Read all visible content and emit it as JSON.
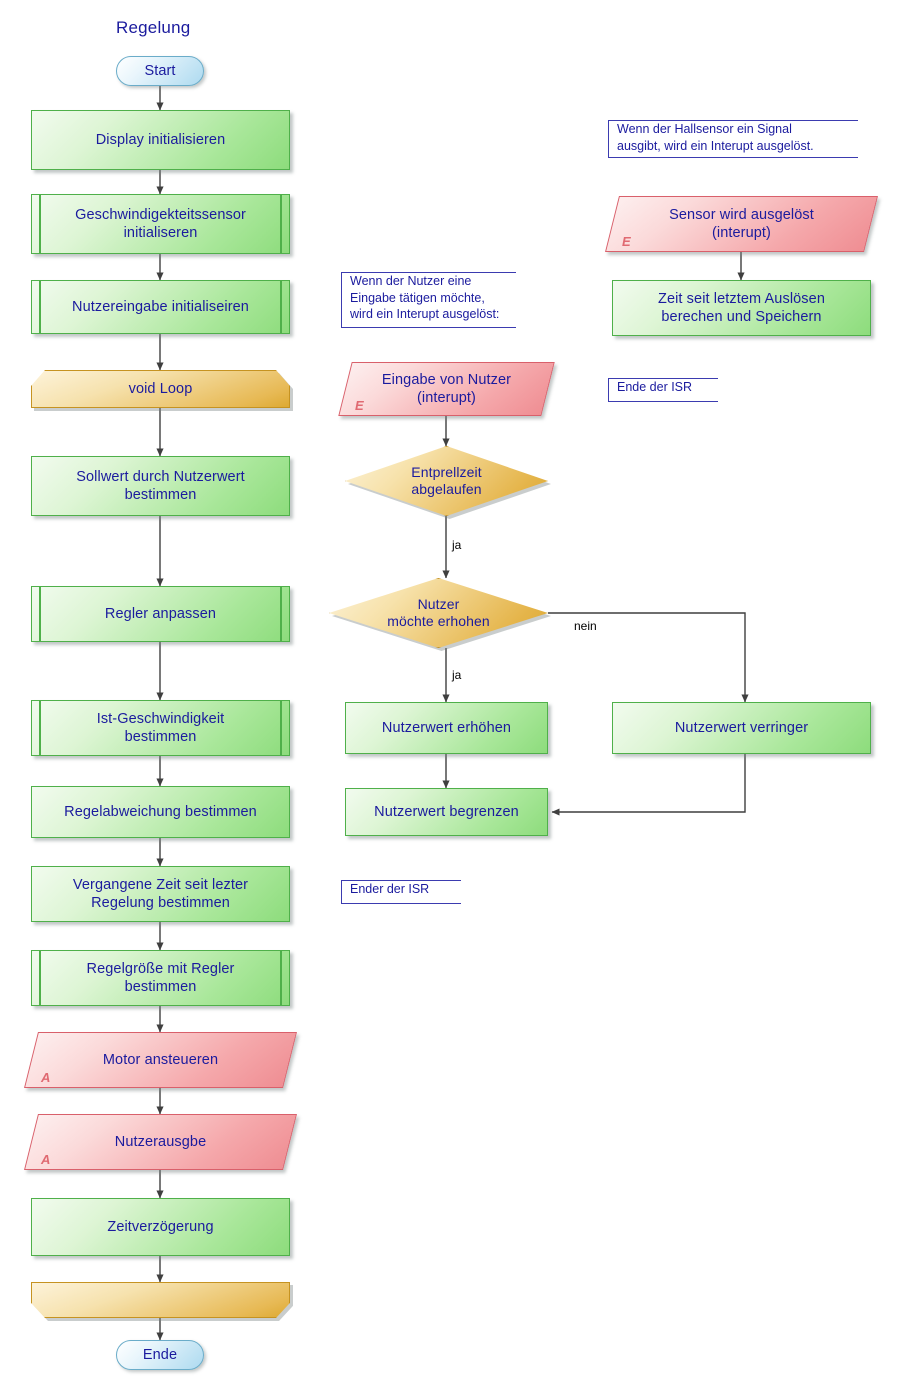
{
  "diagram": {
    "title": "Regelung",
    "colors": {
      "text": "#1b1b9e",
      "process_fill": "#a9e79a",
      "process_border": "#4fb04a",
      "io_fill": "#f5a8ab",
      "io_border": "#d9606b",
      "decision_fill": "#e5b54b",
      "decision_border": "#c69321",
      "terminator_fill": "#c3e4f4",
      "terminator_border": "#6aacc9",
      "loop_fill": "#e7b954",
      "connector": "#3f3f3f"
    }
  },
  "main_column": {
    "start": "Start",
    "nodes": [
      {
        "id": "display-init",
        "label": "Display initialisieren",
        "type": "process"
      },
      {
        "id": "speed-sensor-init",
        "label": "Geschwindigekteitssensor\ninitialiseren",
        "type": "subroutine"
      },
      {
        "id": "user-input-init",
        "label": "Nutzereingabe initialiseiren",
        "type": "subroutine"
      },
      {
        "id": "void-loop",
        "label": "void Loop",
        "type": "loop-start"
      },
      {
        "id": "setpoint",
        "label": "Sollwert durch Nutzerwert\nbestimmen",
        "type": "process"
      },
      {
        "id": "controller-adjust",
        "label": "Regler anpassen",
        "type": "subroutine"
      },
      {
        "id": "actual-speed",
        "label": "Ist-Geschwindigkeit\nbestimmen",
        "type": "subroutine"
      },
      {
        "id": "control-deviation",
        "label": "Regelabweichung bestimmen",
        "type": "process"
      },
      {
        "id": "elapsed-time",
        "label": "Vergangene Zeit seit lezter\nRegelung bestimmen",
        "type": "process"
      },
      {
        "id": "control-variable",
        "label": "Regelgröße mit Regler\nbestimmen",
        "type": "subroutine"
      },
      {
        "id": "motor-drive",
        "label": "Motor ansteueren",
        "type": "io",
        "mark": "A"
      },
      {
        "id": "user-output",
        "label": "Nutzerausgbe",
        "type": "io",
        "mark": "A"
      },
      {
        "id": "delay",
        "label": "Zeitverzögerung",
        "type": "process"
      },
      {
        "id": "loop-end",
        "label": "",
        "type": "loop-end"
      }
    ],
    "end": "Ende"
  },
  "input_isr": {
    "annotation_top": "Wenn der Nutzer eine\nEingabe tätigen möchte,\nwird ein Interupt ausgelöst:",
    "annotation_bottom": "Ender der ISR",
    "trigger": {
      "label": "Eingabe von Nutzer\n(interupt)",
      "mark": "E"
    },
    "decision_debounce": "Entprellzeit\nabgelaufen",
    "decision_increase": "Nutzer\nmöchte erhohen",
    "increase_box": "Nutzerwert erhöhen",
    "decrease_box": "Nutzerwert verringer",
    "limit_box": "Nutzerwert begrenzen",
    "edge_labels": {
      "debounce_yes": "ja",
      "increase_yes": "ja",
      "increase_no": "nein"
    }
  },
  "sensor_isr": {
    "annotation_top": "Wenn der Hallsensor ein Signal\nausgibt, wird ein Interupt ausgelöst.",
    "annotation_bottom": "Ende der ISR",
    "trigger": {
      "label": "Sensor wird ausgelöst\n(interupt)",
      "mark": "E"
    },
    "calc_box": "Zeit seit letztem Auslösen\nberechen und Speichern"
  }
}
